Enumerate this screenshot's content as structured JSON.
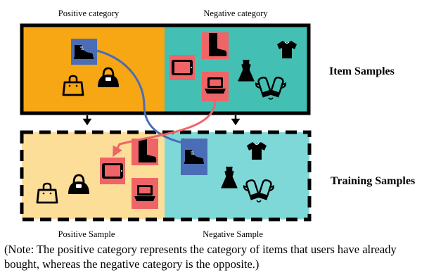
{
  "labels": {
    "positive_category": "Positive category",
    "negative_category": "Negative category",
    "item_samples": "Item Samples",
    "training_samples": "Training Samples",
    "positive_sample": "Positive Sample",
    "negative_sample": "Negative Sample"
  },
  "note": "(Note: The positive category represents the category of items that users have  already bought, whereas the negative category is the opposite.)",
  "colors": {
    "positive_category_bg": "#F7A614",
    "negative_category_bg": "#44BFB3",
    "positive_sample_bg": "#FCDE99",
    "negative_sample_bg": "#7FD8D8",
    "blue_tile": "#4A6DB5",
    "red_tile": "#EF6466",
    "blue_arrow": "#4A6DB5",
    "red_arrow": "#EF6466"
  },
  "icons": {
    "item_samples": [
      "shoe-icon",
      "shopping-bag-icon",
      "handbag-icon",
      "tablet-icon",
      "boot-icon",
      "laptop-icon",
      "dress-icon",
      "tshirt-icon",
      "mittens-icon"
    ],
    "training_samples": [
      "shopping-bag-icon",
      "handbag-icon",
      "tablet-icon",
      "boot-icon",
      "laptop-icon",
      "shoe-icon",
      "dress-icon",
      "tshirt-icon",
      "mittens-icon"
    ]
  }
}
